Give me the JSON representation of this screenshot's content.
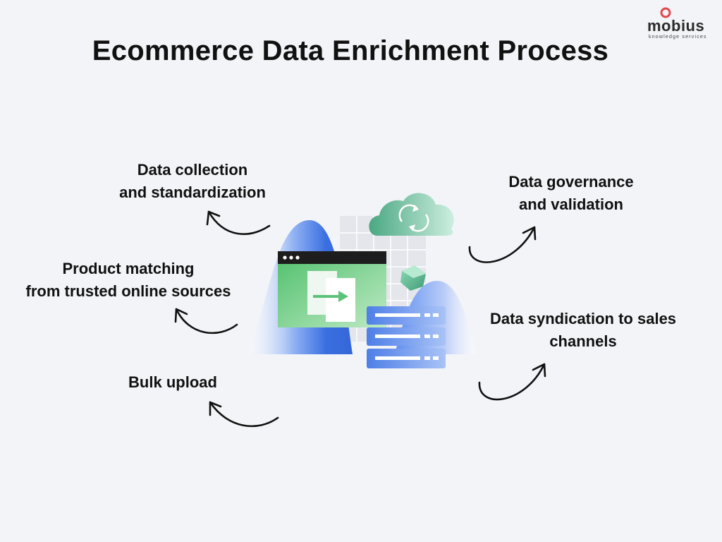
{
  "title": "Ecommerce Data Enrichment Process",
  "logo": {
    "word": "mobius",
    "tagline": "knowledge services",
    "accent_color": "#e2474b"
  },
  "steps_left": [
    {
      "lines": [
        "Data collection",
        "and standardization"
      ]
    },
    {
      "lines": [
        "Product matching",
        "from trusted online sources"
      ]
    },
    {
      "lines": [
        "Bulk upload"
      ]
    }
  ],
  "steps_right": [
    {
      "lines": [
        "Data governance",
        "and validation"
      ]
    },
    {
      "lines": [
        "Data syndication to sales",
        "channels"
      ]
    }
  ],
  "colors": {
    "background": "#f3f4f8",
    "blue_hill": "#3a6fe0",
    "window_green": "#79d58c",
    "cloud_green": "#5ab48e",
    "server_blue": "#5f8ff0",
    "arrow": "#111111"
  },
  "icons": [
    "cloud-sync-icon",
    "browser-window-icon",
    "server-stack-icon",
    "curved-arrow-icon"
  ]
}
